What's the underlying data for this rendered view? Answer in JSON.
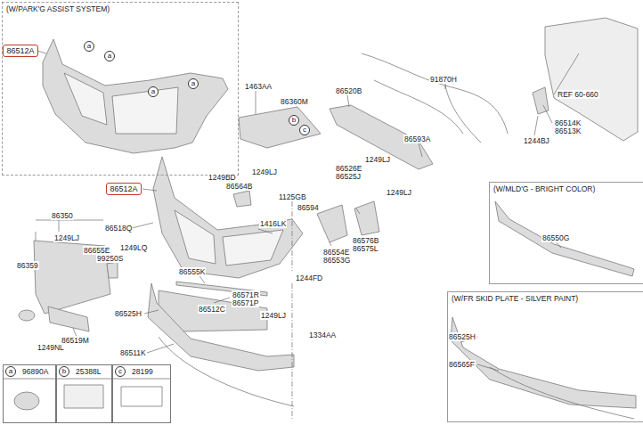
{
  "diagram": {
    "nodes": [
      {
        "text": [
          "(W/PARK'G ASSIST SYSTEM)"
        ]
      },
      {
        "text": [
          "86512A"
        ],
        "in": 0
      },
      {
        "text": [
          "a"
        ],
        "in": 0
      },
      {
        "text": [
          "a"
        ],
        "in": 0
      },
      {
        "text": [
          "a"
        ],
        "in": 0
      },
      {
        "text": [
          "a"
        ],
        "in": 0
      },
      {
        "text": [
          "86512A"
        ]
      },
      {
        "text": [
          "b"
        ]
      },
      {
        "text": [
          "c"
        ]
      },
      {
        "text": [
          "(W/MLD'G - BRIGHT COLOR)"
        ]
      },
      {
        "text": [
          "(W/FR SKID PLATE - SILVER PAINT)"
        ]
      },
      {
        "text": [
          "96890A"
        ]
      },
      {
        "text": [
          "a"
        ],
        "in": 11
      },
      {
        "text": [
          "25388L"
        ]
      },
      {
        "text": [
          "b"
        ],
        "in": 13
      },
      {
        "text": [
          "28199"
        ]
      },
      {
        "text": [
          "c"
        ],
        "in": 15
      }
    ],
    "labels": [
      "1463AA",
      "86360M",
      "86520B",
      "91870H",
      "REF 60-660",
      "86514K",
      "86513K",
      "1244BJ",
      "86593A",
      "1249LJ",
      "86526E",
      "86525J",
      "1249LJ",
      "1249BD",
      "86564B",
      "1249LJ",
      "1125GB",
      "86594",
      "1416LK",
      "86350",
      "86518Q",
      "1249LJ",
      "86655E",
      "99250S",
      "1249LQ",
      "86359",
      "86576B",
      "86575L",
      "86554E",
      "86553G",
      "86555K",
      "1244FD",
      "86571R",
      "86571P",
      "86512C",
      "1249LJ",
      "86525H",
      "1334AA",
      "86519M",
      "1249NL",
      "86511K",
      "86550G",
      "86525H",
      "86565F"
    ]
  }
}
